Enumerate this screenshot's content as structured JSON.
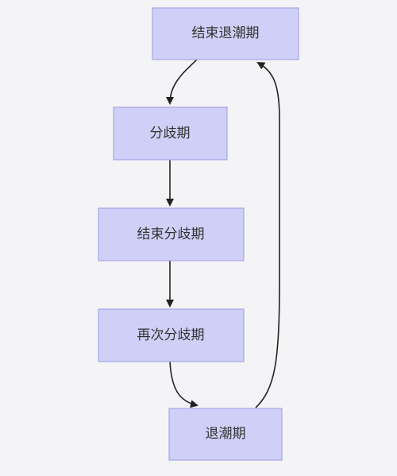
{
  "nodes": [
    {
      "id": "end-ebb",
      "label": "结束退潮期"
    },
    {
      "id": "divergence",
      "label": "分歧期"
    },
    {
      "id": "end-divergence",
      "label": "结束分歧期"
    },
    {
      "id": "re-divergence",
      "label": "再次分歧期"
    },
    {
      "id": "ebb",
      "label": "退潮期"
    }
  ],
  "edges": [
    {
      "from": "end-ebb",
      "to": "divergence"
    },
    {
      "from": "divergence",
      "to": "end-divergence"
    },
    {
      "from": "end-divergence",
      "to": "re-divergence"
    },
    {
      "from": "re-divergence",
      "to": "ebb"
    },
    {
      "from": "ebb",
      "to": "end-ebb"
    }
  ]
}
